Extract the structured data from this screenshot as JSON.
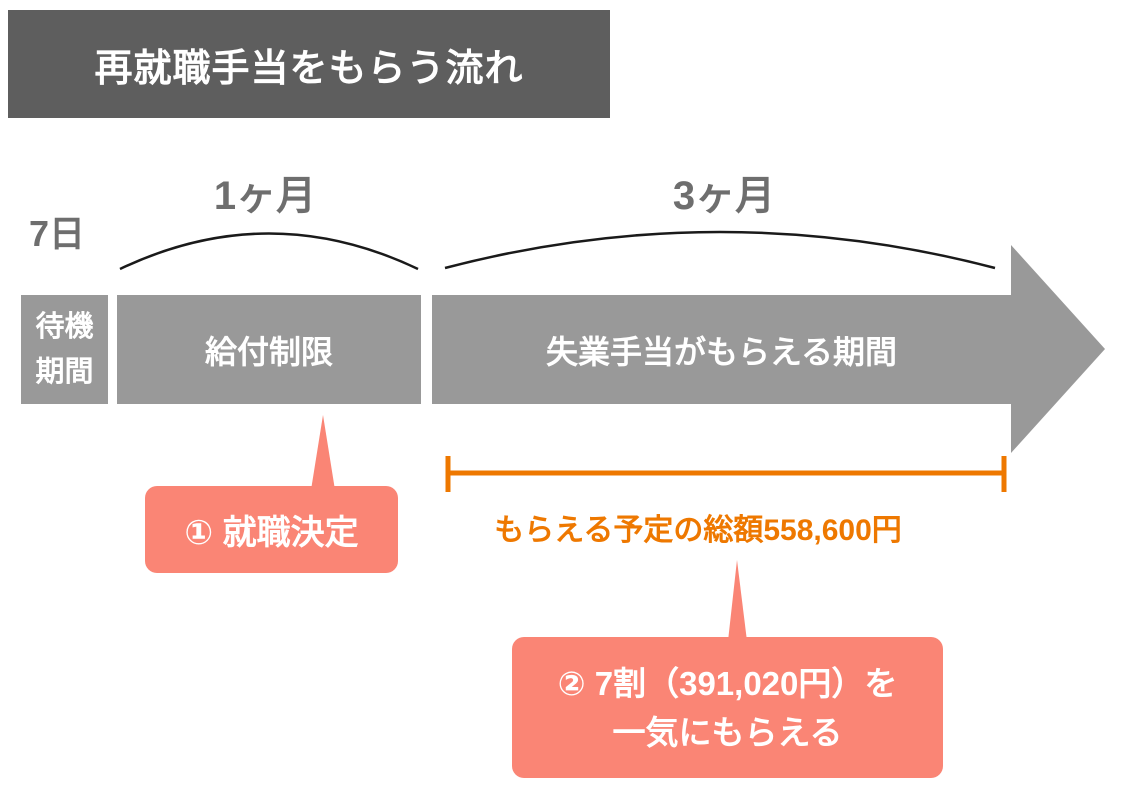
{
  "title": "再就職手当をもらう流れ",
  "timeline": {
    "labels": {
      "seven_days": "7日",
      "one_month": "1ヶ月",
      "three_months": "3ヶ月"
    },
    "segments": [
      {
        "label": "待機期間",
        "line1": "待機",
        "line2": "期間"
      },
      {
        "label": "給付制限"
      },
      {
        "label": "失業手当がもらえる期間"
      }
    ]
  },
  "bracket": {
    "label": "もらえる予定の総額558,600円"
  },
  "callouts": [
    {
      "label": "① 就職決定"
    },
    {
      "line1": "② 7割（391,020円）を",
      "line2": "一気にもらえる"
    }
  ],
  "colors": {
    "title_gray": "#5E5E5E",
    "bar_gray": "#999999",
    "label_gray": "#6E6E6E",
    "salmon": "#FA8575",
    "orange": "#EE7800",
    "ink": "#1A1A1A",
    "white": "#FFFFFF"
  }
}
